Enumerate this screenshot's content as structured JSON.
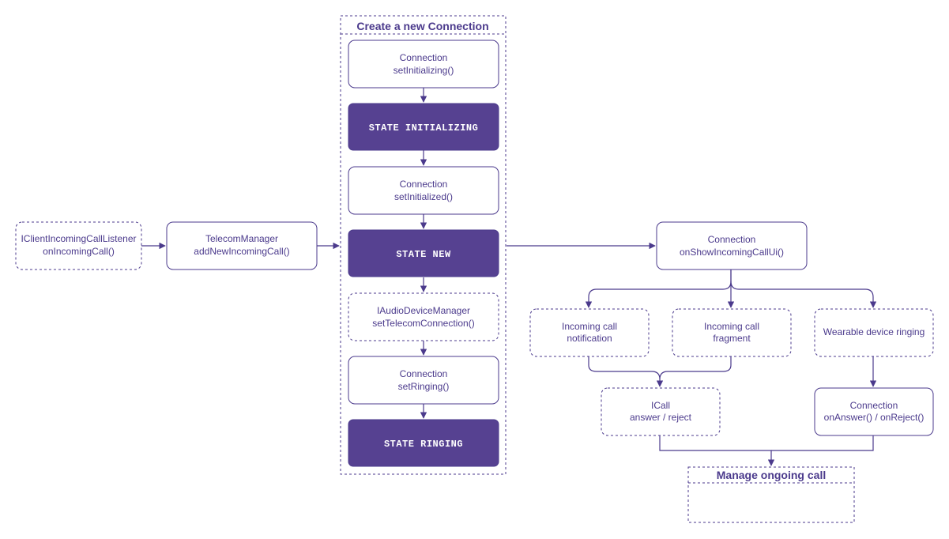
{
  "colors": {
    "accent": "#4b3a8c",
    "state_fill": "#564191",
    "background": "#ffffff"
  },
  "groups": {
    "create_connection": {
      "title": "Create a new Connection"
    },
    "manage_call": {
      "title": "Manage ongoing call"
    }
  },
  "nodes": {
    "listener": {
      "line1": "IClientIncomingCallListener",
      "line2": "onIncomingCall()"
    },
    "telecom": {
      "line1": "TelecomManager",
      "line2": "addNewIncomingCall()"
    },
    "set_initializing": {
      "line1": "Connection",
      "line2": "setInitializing()"
    },
    "state_initializing": {
      "line1": "STATE INITIALIZING"
    },
    "set_initialized": {
      "line1": "Connection",
      "line2": "setInitialized()"
    },
    "state_new": {
      "line1": "STATE NEW"
    },
    "audio_manager": {
      "line1": "IAudioDeviceManager",
      "line2": "setTelecomConnection()"
    },
    "set_ringing": {
      "line1": "Connection",
      "line2": "setRinging()"
    },
    "state_ringing": {
      "line1": "STATE RINGING"
    },
    "show_ui": {
      "line1": "Connection",
      "line2": "onShowIncomingCallUi()"
    },
    "notification": {
      "line1": "Incoming call",
      "line2": "notification"
    },
    "fragment": {
      "line1": "Incoming call",
      "line2": "fragment"
    },
    "wearable": {
      "line1": "Wearable device ringing"
    },
    "icall": {
      "line1": "ICall",
      "line2": "answer / reject"
    },
    "on_answer": {
      "line1": "Connection",
      "line2": "onAnswer() / onReject()"
    }
  }
}
